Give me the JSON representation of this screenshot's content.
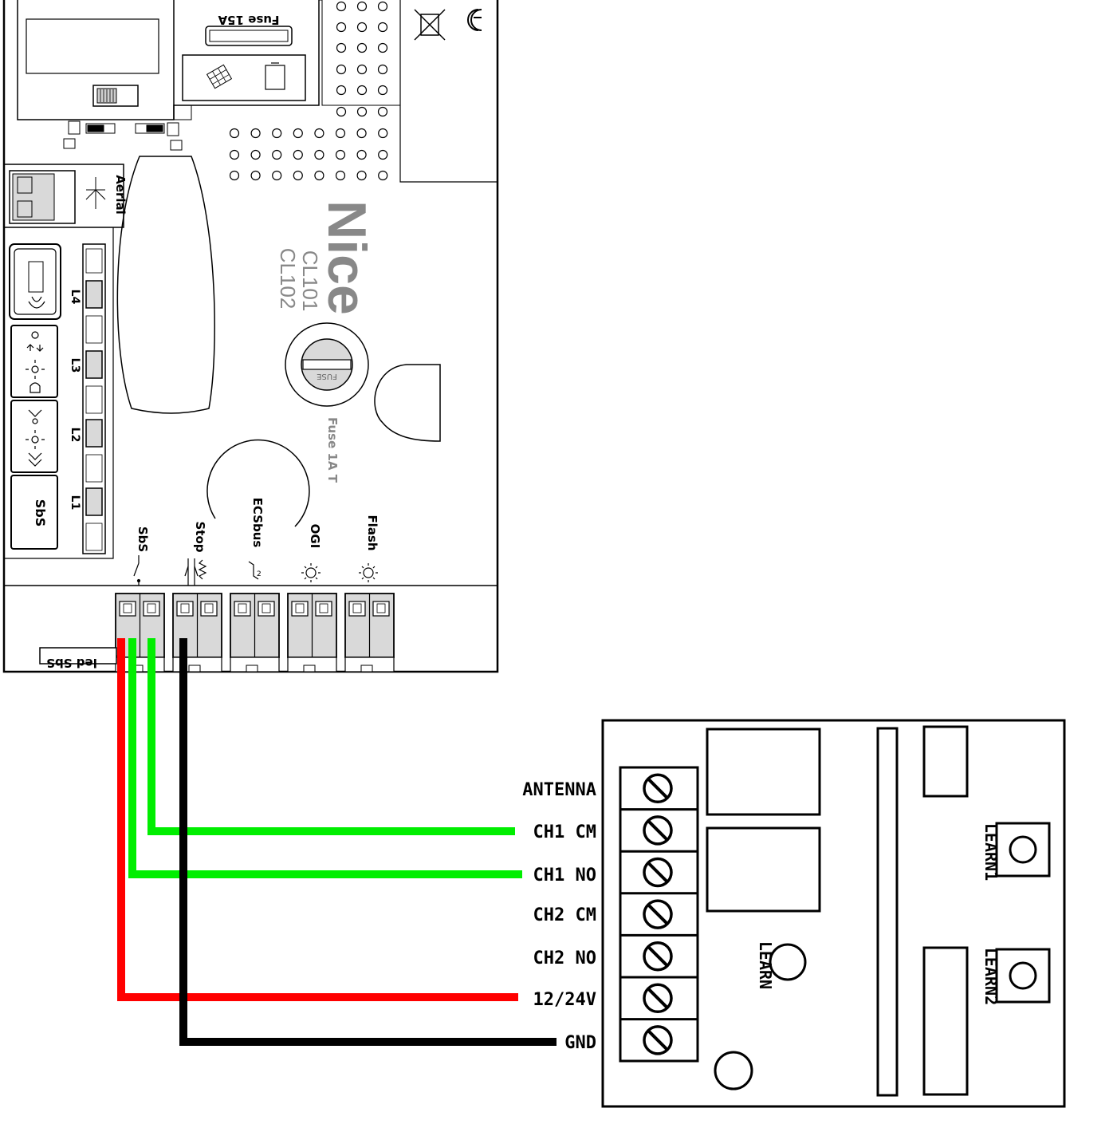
{
  "controller": {
    "brand": "Nice",
    "model_1": "CL101",
    "model_2": "CL102",
    "fuse_main_label": "Fuse 15A",
    "fuse_small_label": "Fuse 1A T",
    "fuse_cap_text": "FUSE",
    "aerial_label": "Aerial",
    "led_label": "led SbS",
    "leds": [
      "L1",
      "L2",
      "L3",
      "L4"
    ],
    "sbs_button_label": "SbS",
    "terminal_labels": [
      "SbS",
      "Stop",
      "ECSbus",
      "OGI",
      "Flash"
    ],
    "ecsbus_mark": "2"
  },
  "receiver": {
    "terminals": [
      "ANTENNA",
      "CH1 CM",
      "CH1 NO",
      "CH2 CM",
      "CH2 NO",
      "12/24V",
      "GND"
    ],
    "learn_label": "LEARN",
    "learn1_label": "LEARN1",
    "learn2_label": "LEARN2"
  },
  "wires": [
    {
      "from": "SbS",
      "to": "CH1 CM",
      "color": "#00ee00"
    },
    {
      "from": "SbS",
      "to": "CH1 NO",
      "color": "#00ee00"
    },
    {
      "from": "led SbS",
      "to": "12/24V",
      "color": "#ff0000"
    },
    {
      "from": "Stop",
      "to": "GND",
      "color": "#000000"
    }
  ],
  "colors": {
    "line": "#000000",
    "panel_fill": "#ffffff",
    "terminal_fill": "#d9d9d9",
    "brand_gray": "#888888",
    "green_wire": "#00ee00",
    "red_wire": "#ff0000",
    "black_wire": "#000000"
  }
}
